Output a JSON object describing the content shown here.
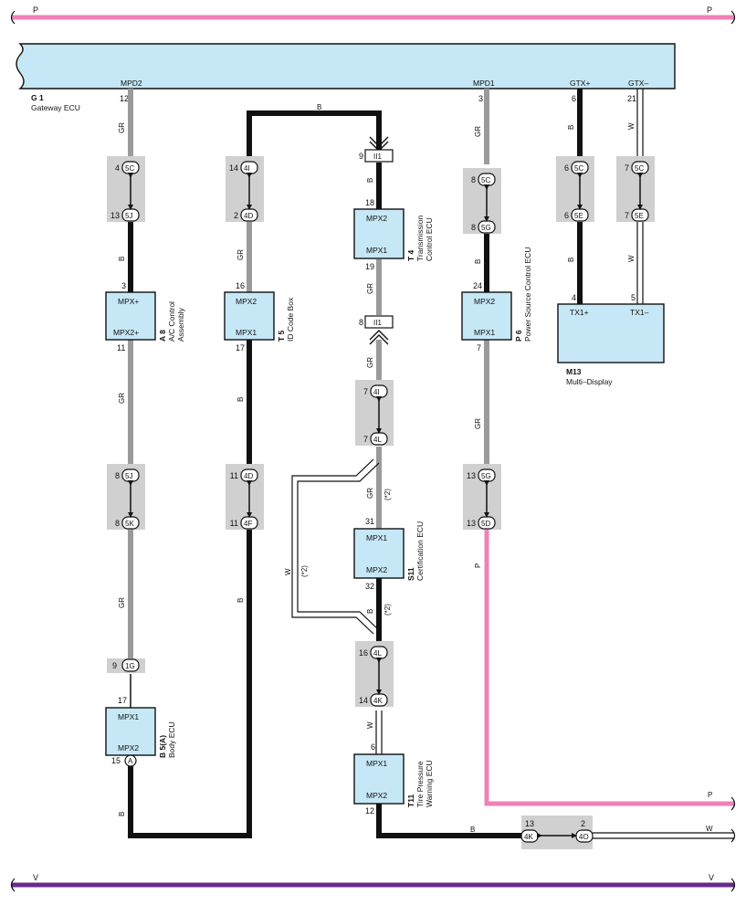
{
  "buses": {
    "top": {
      "label_left": "P",
      "label_right": "P",
      "color": "#f080b8"
    },
    "bottom": {
      "label_left": "V",
      "label_right": "V",
      "color": "#6a2a8c"
    },
    "right_p": {
      "label": "P",
      "color": "#f080b8"
    },
    "right_w": {
      "label": "W"
    }
  },
  "gateway": {
    "code": "G 1",
    "name": "Gateway ECU",
    "terminals": {
      "mpd2": "MPD2",
      "mpd1": "MPD1",
      "gtxp": "GTX+",
      "gtxm": "GTX–"
    },
    "pins": {
      "mpd2": "12",
      "mpd1": "3",
      "gtxp": "6",
      "gtxm": "21"
    }
  },
  "components": {
    "a8": {
      "code": "A 8",
      "name_l1": "A/C Control",
      "name_l2": "Assembly",
      "t1": "MPX+",
      "t2": "MPX2+",
      "pin_top": "3",
      "pin_bottom": "11"
    },
    "t5": {
      "code": "T 5",
      "name_l1": "ID Code Box",
      "t1": "MPX2",
      "t2": "MPX1",
      "pin_top": "16",
      "pin_bottom": "17"
    },
    "t4": {
      "code": "T 4",
      "name_l1": "Transmission",
      "name_l2": "Control ECU",
      "t1": "MPX2",
      "t2": "MPX1",
      "pin_top": "18",
      "pin_bottom": "19"
    },
    "p6": {
      "code": "P 6",
      "name_l1": "Power Source Control ECU",
      "t1": "MPX2",
      "t2": "MPX1",
      "pin_top": "24",
      "pin_bottom": "7"
    },
    "m13": {
      "code": "M13",
      "name_l1": "Multi–Display",
      "t1": "TX1+",
      "t2": "TX1–",
      "pin_1": "4",
      "pin_2": "5"
    },
    "s11": {
      "code": "S11",
      "name_l1": "Certification ECU",
      "t1": "MPX1",
      "t2": "MPX2",
      "pin_top": "31",
      "pin_bottom": "32"
    },
    "b5": {
      "code": "B 5(A)",
      "name_l1": "Body ECU",
      "t1": "MPX1",
      "t2": "MPX2",
      "pin_top": "17",
      "pin_bottom": "15",
      "pin_conn": "A"
    },
    "t11": {
      "code": "T11",
      "name_l1": "Tire Pressure",
      "name_l2": "Warning ECU",
      "t1": "MPX1",
      "t2": "MPX2",
      "pin_top": "6",
      "pin_bottom": "12"
    }
  },
  "wire_colors": {
    "gr": "GR",
    "b": "B",
    "w": "W",
    "p": "P",
    "note": "(*2)"
  },
  "connectors": {
    "c5c_a": {
      "top_pin": "4",
      "top_id": "5C",
      "bot_pin": "13",
      "bot_id": "5J"
    },
    "c5j_b": {
      "top_pin": "8",
      "top_id": "5J",
      "bot_pin": "8",
      "bot_id": "5K"
    },
    "c1g": {
      "pin": "9",
      "id": "1G"
    },
    "c4i_a": {
      "top_pin": "14",
      "top_id": "4I",
      "bot_pin": "2",
      "bot_id": "4D"
    },
    "c4d_b": {
      "top_pin": "11",
      "top_id": "4D",
      "bot_pin": "11",
      "bot_id": "4F"
    },
    "ii1_a": {
      "pin": "9",
      "id": "II1"
    },
    "ii1_b": {
      "pin": "8",
      "id": "II1"
    },
    "c4i_c": {
      "top_pin": "7",
      "top_id": "4I",
      "bot_pin": "7",
      "bot_id": "4L"
    },
    "c4l_d": {
      "top_pin": "16",
      "top_id": "4L",
      "bot_pin": "14",
      "bot_id": "4K"
    },
    "c5c_e": {
      "top_pin": "8",
      "top_id": "5C",
      "bot_pin": "8",
      "bot_id": "5G"
    },
    "c5g_f": {
      "top_pin": "13",
      "top_id": "5G",
      "bot_pin": "13",
      "bot_id": "5D"
    },
    "c5c_g": {
      "top_pin": "6",
      "top_id": "5C",
      "bot_pin": "6",
      "bot_id": "5E"
    },
    "c5c_h": {
      "top_pin": "7",
      "top_id": "5C",
      "bot_pin": "7",
      "bot_id": "5E"
    },
    "c4k_h": {
      "left_pin": "13",
      "left_id": "4K",
      "right_pin": "2",
      "right_id": "4O"
    }
  }
}
